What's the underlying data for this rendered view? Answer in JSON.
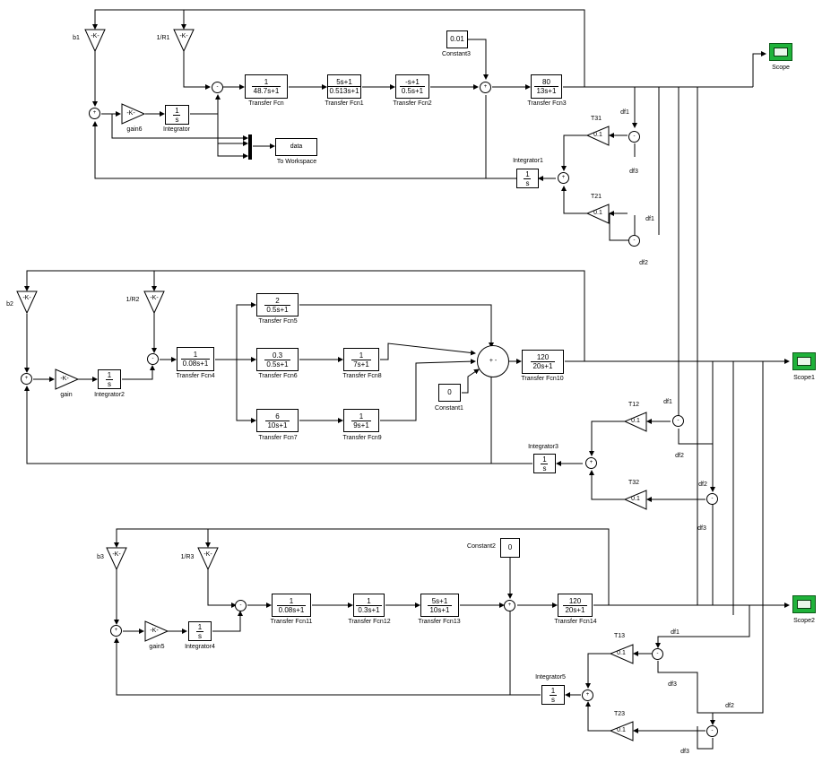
{
  "gains": {
    "b1": "b1",
    "r1": "1/R1",
    "b2": "b2",
    "r2": "1/R2",
    "b3": "b3",
    "r3": "1/R3",
    "K": "-K-"
  },
  "blocks": {
    "gain6": "gain6",
    "gain": "gain",
    "gain5": "gain5",
    "integrator": "Integrator",
    "integrator1": "Integrator1",
    "integrator2": "Integrator2",
    "integrator3": "Integrator3",
    "integrator4": "Integrator4",
    "integrator5": "Integrator5",
    "int_num": "1",
    "int_den": "s",
    "to_workspace": "To Workspace",
    "data": "data",
    "constant": "Constant1",
    "constant2": "Constant2",
    "constant3": "Constant3",
    "c1_val": "0",
    "c2_val": "0",
    "c3_val": "0.01",
    "scope": "Scope",
    "scope1": "Scope1",
    "scope2": "Scope2"
  },
  "tf": {
    "tf": {
      "name": "Transfer Fcn",
      "num": "1",
      "den": "48.7s+1"
    },
    "tf1": {
      "name": "Transfer Fcn1",
      "num": "5s+1",
      "den": "0.513s+1"
    },
    "tf2": {
      "name": "Transfer Fcn2",
      "num": "-s+1",
      "den": "0.5s+1"
    },
    "tf3": {
      "name": "Transfer Fcn3",
      "num": "80",
      "den": "13s+1"
    },
    "tf4": {
      "name": "Transfer Fcn4",
      "num": "1",
      "den": "0.08s+1"
    },
    "tf5": {
      "name": "Transfer Fcn5",
      "num": "2",
      "den": "0.5s+1"
    },
    "tf6": {
      "name": "Transfer Fcn6",
      "num": "0.3",
      "den": "0.5s+1"
    },
    "tf7": {
      "name": "Transfer Fcn7",
      "num": "6",
      "den": "10s+1"
    },
    "tf8": {
      "name": "Transfer Fcn8",
      "num": "1",
      "den": "7s+1"
    },
    "tf9": {
      "name": "Transfer Fcn9",
      "num": "1",
      "den": "9s+1"
    },
    "tf10": {
      "name": "Transfer Fcn10",
      "num": "120",
      "den": "20s+1"
    },
    "tf11": {
      "name": "Transfer Fcn11",
      "num": "1",
      "den": "0.08s+1"
    },
    "tf12": {
      "name": "Transfer Fcn12",
      "num": "1",
      "den": "0.3s+1"
    },
    "tf13": {
      "name": "Transfer Fcn13",
      "num": "5s+1",
      "den": "10s+1"
    },
    "tf14": {
      "name": "Transfer Fcn14",
      "num": "120",
      "den": "20s+1"
    }
  },
  "tie": {
    "t31": "T31",
    "t21": "T21",
    "t12": "T12",
    "t32": "T32",
    "t13": "T13",
    "t23": "T23",
    "val": "0.1",
    "df1": "df1",
    "df2": "df2",
    "df3": "df3"
  }
}
